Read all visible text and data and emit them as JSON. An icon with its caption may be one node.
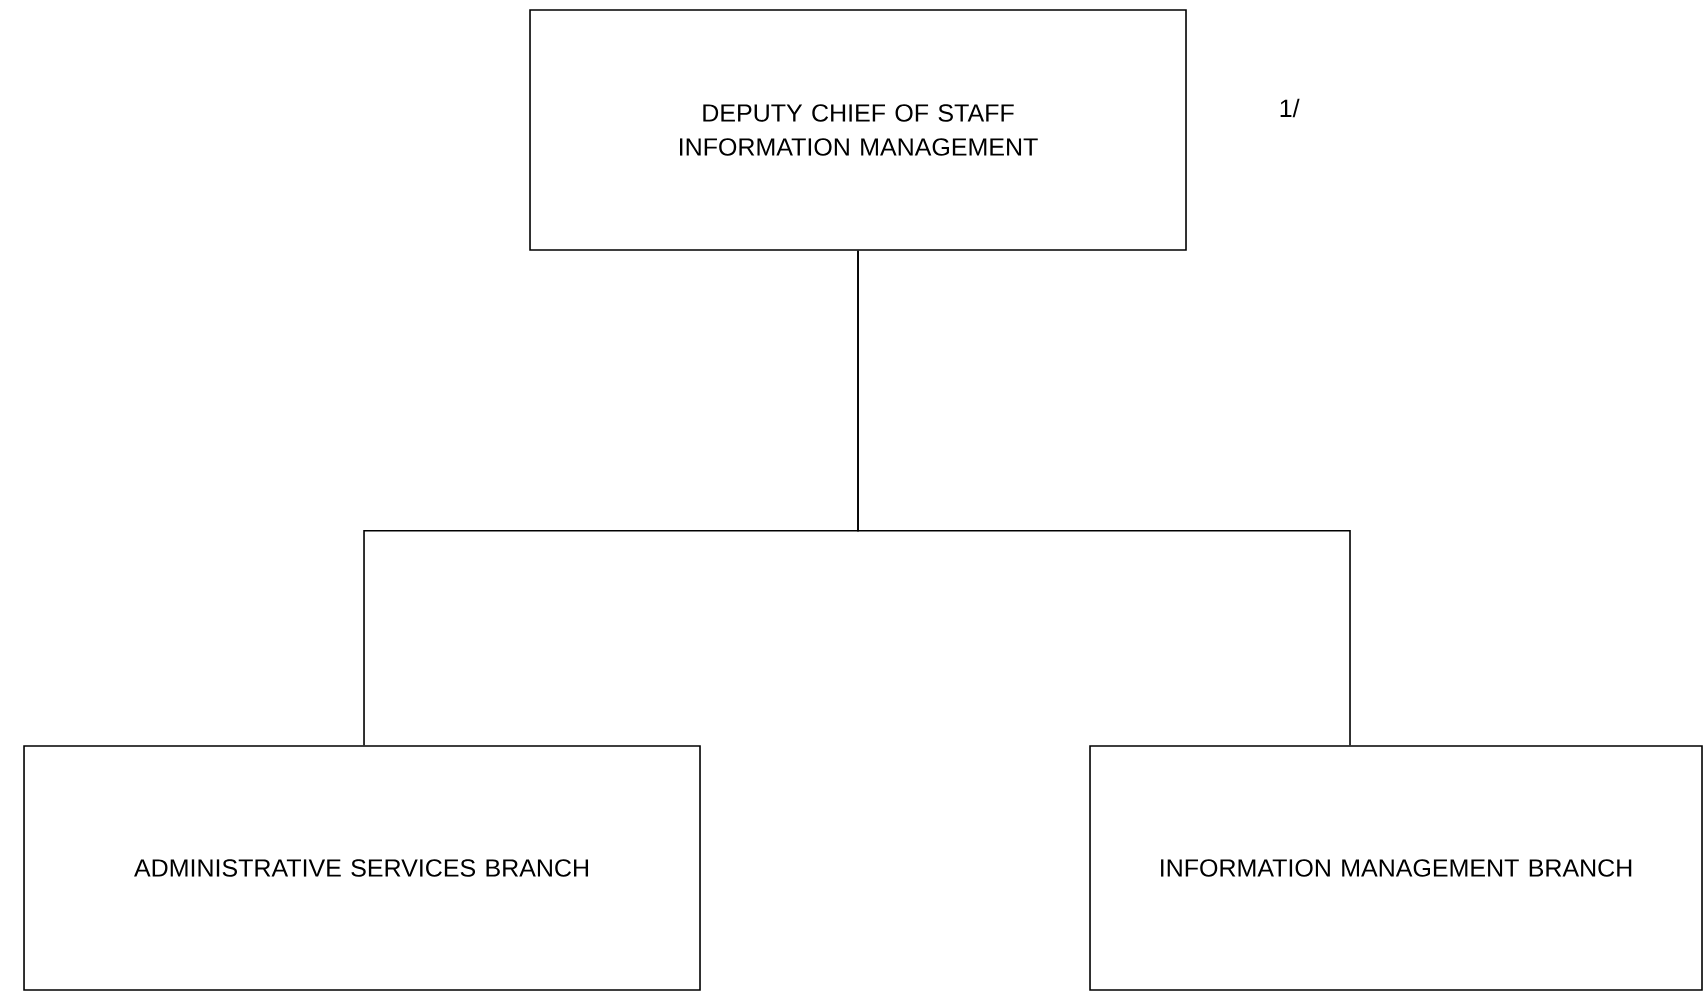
{
  "diagram": {
    "nodes": [
      {
        "text": [
          "DEPUTY CHIEF OF STAFF INFORMATION MANAGEMENT"
        ]
      },
      {
        "text": [
          "ADMINISTRATIVE SERVICES BRANCH"
        ]
      },
      {
        "text": [
          "INFORMATION MANAGEMENT BRANCH"
        ]
      }
    ],
    "edges": [
      {
        "from": 0,
        "to": 1,
        "arrow": "none"
      },
      {
        "from": 0,
        "to": 2,
        "arrow": "none"
      }
    ],
    "labels": [
      "1/"
    ]
  }
}
